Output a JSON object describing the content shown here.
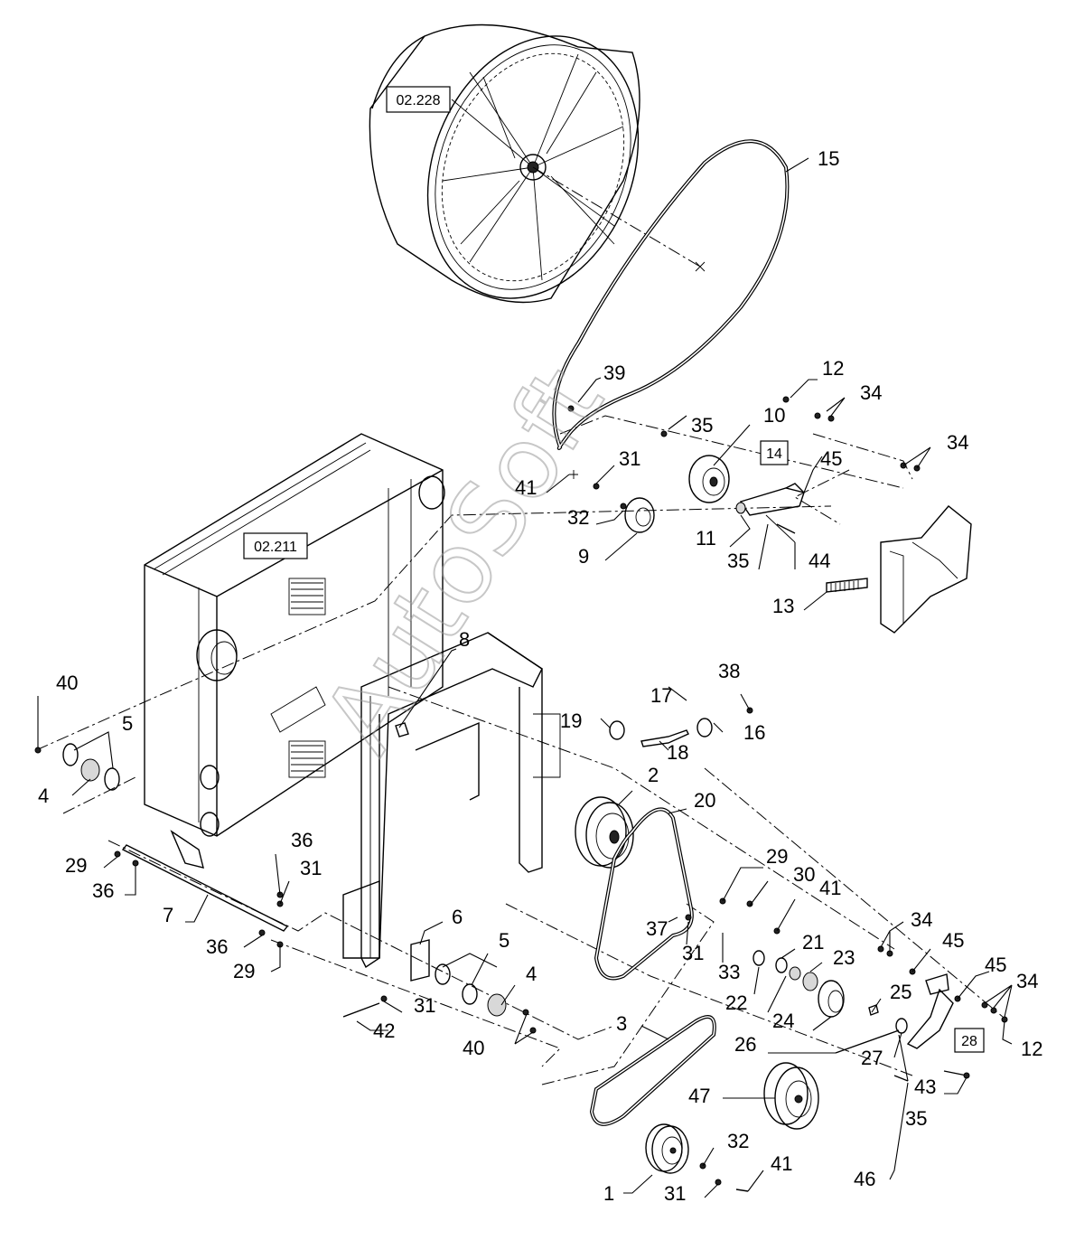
{
  "watermark": "AutoSoft",
  "reference_boxes": [
    {
      "id": "ref-fan",
      "label": "02.228"
    },
    {
      "id": "ref-radiator",
      "label": "02.211"
    },
    {
      "id": "ref-14",
      "label": "14"
    },
    {
      "id": "ref-28",
      "label": "28"
    }
  ],
  "callouts": [
    "15",
    "39",
    "12",
    "34",
    "35",
    "10",
    "31",
    "41",
    "14",
    "45",
    "34",
    "32",
    "9",
    "11",
    "35",
    "44",
    "13",
    "8",
    "40",
    "5",
    "38",
    "17",
    "19",
    "16",
    "18",
    "4",
    "2",
    "20",
    "36",
    "29",
    "36",
    "7",
    "29",
    "31",
    "30",
    "41",
    "36",
    "29",
    "6",
    "5",
    "34",
    "45",
    "37",
    "31",
    "21",
    "23",
    "33",
    "45",
    "34",
    "4",
    "22",
    "24",
    "25",
    "31",
    "42",
    "40",
    "3",
    "26",
    "27",
    "12",
    "43",
    "47",
    "35",
    "32",
    "41",
    "46",
    "1",
    "31"
  ]
}
